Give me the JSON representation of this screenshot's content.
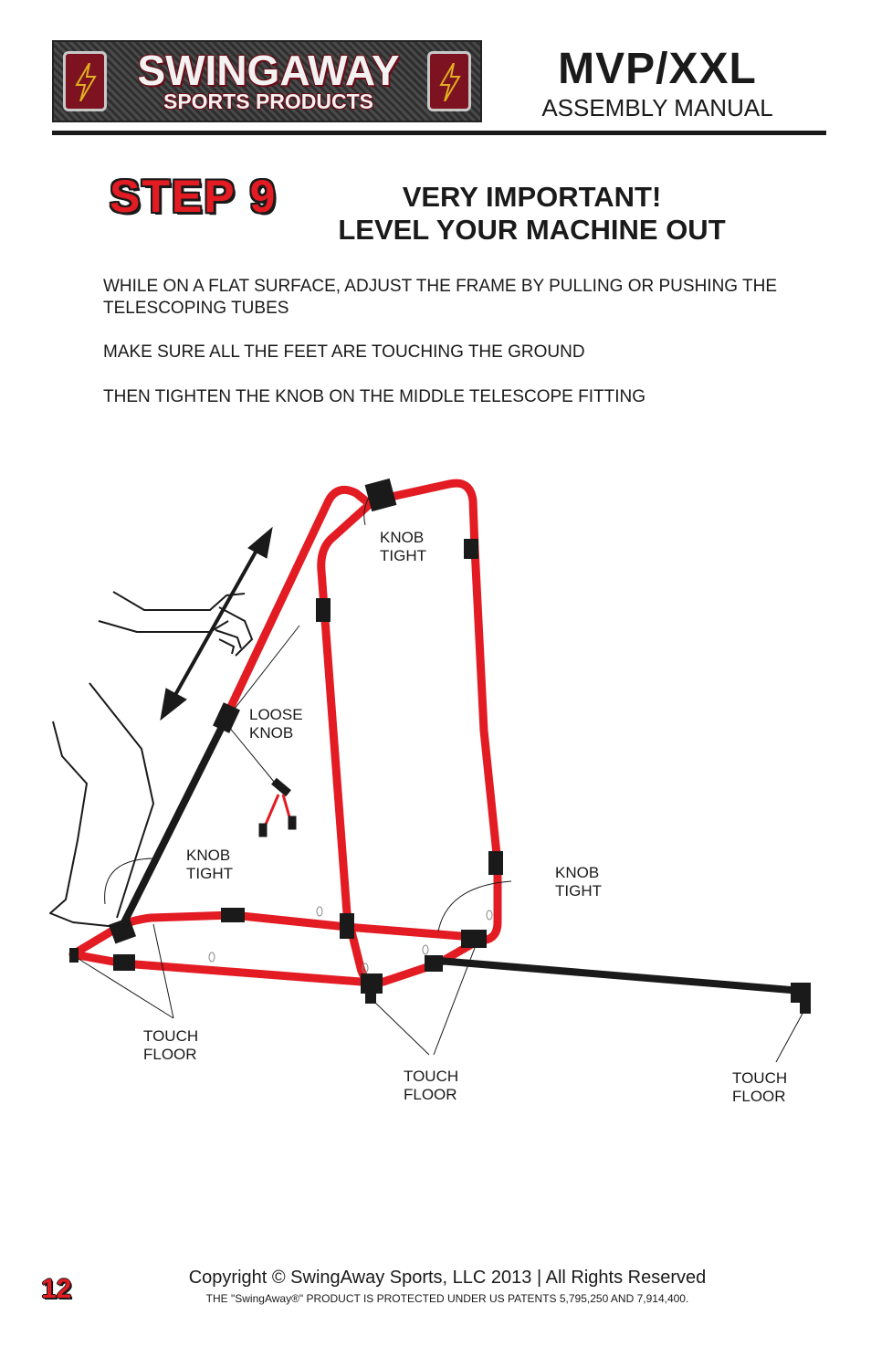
{
  "header": {
    "brand_title": "SWINGAWAY",
    "brand_subtitle": "SPORTS PRODUCTS",
    "model": "MVP/XXL",
    "doc_type": "ASSEMBLY MANUAL"
  },
  "step": {
    "label": "STEP 9",
    "heading_line1": "VERY IMPORTANT!",
    "heading_line2": "LEVEL YOUR MACHINE OUT"
  },
  "instructions": [
    "WHILE ON A FLAT SURFACE, ADJUST THE FRAME BY PULLING OR PUSHING THE TELESCOPING TUBES",
    "MAKE SURE ALL THE FEET ARE TOUCHING THE GROUND",
    "THEN TIGHTEN THE KNOB ON THE MIDDLE TELESCOPE FITTING"
  ],
  "labels": {
    "knob_tight_top": [
      "KNOB",
      "TIGHT"
    ],
    "loose_knob": [
      "LOOSE",
      "KNOB"
    ],
    "knob_tight_left": [
      "KNOB",
      "TIGHT"
    ],
    "knob_tight_right": [
      "KNOB",
      "TIGHT"
    ],
    "touch_floor_left": [
      "TOUCH",
      "FLOOR"
    ],
    "touch_floor_middle": [
      "TOUCH",
      "FLOOR"
    ],
    "touch_floor_right": [
      "TOUCH",
      "FLOOR"
    ]
  },
  "colors": {
    "frame_red": "#e31b23",
    "ink": "#1a1a1a",
    "logo_maroon": "#7d1320"
  },
  "footer": {
    "page_number": "12",
    "copyright": "Copyright © SwingAway Sports, LLC 2013 | All Rights Reserved",
    "patent": "THE \"SwingAway®\" PRODUCT IS PROTECTED UNDER US PATENTS 5,795,250 AND 7,914,400."
  }
}
